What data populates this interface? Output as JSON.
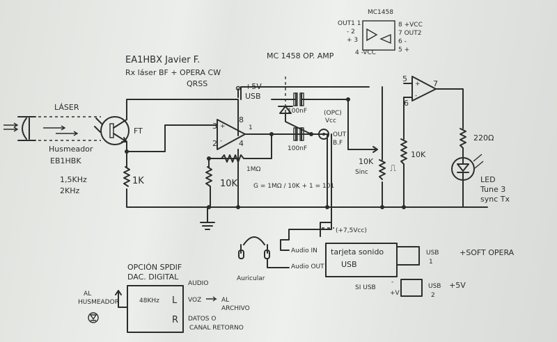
{
  "header": {
    "author": "EA1HBX  Javier F.",
    "subtitle": "Rx láser BF + OPERA CW",
    "subtitle2": "QRSS",
    "opamp_title": "MC 1458 OP. AMP"
  },
  "ic_pinout": {
    "name": "MC1458",
    "left_pins": [
      "OUT1 1",
      "- 2",
      "+ 3",
      "4 -VCC"
    ],
    "right_pins": [
      "8 +VCC",
      "7 OUT2",
      "6 -",
      "5 +"
    ]
  },
  "input": {
    "laser_label": "LÁSER",
    "source_label": "Husmeador",
    "callsign": "EB1HBK",
    "freq1": "1,5KHz",
    "freq2": "2KHz"
  },
  "components": {
    "phototransistor": "FT",
    "r_emitter": "1K",
    "supply": "+5V",
    "supply_src": "USB",
    "c1": "100nF",
    "c2": "100nF",
    "zener": "(OPC)",
    "zener_sub": "Vcc",
    "out_jack": "OUT",
    "out_jack_sub": "B.F",
    "r_feedback": "1MΩ",
    "r_ground": "10K",
    "gain_formula": "G = 1MΩ / 10K + 1 = 101",
    "pot": "10K",
    "pot_sub": "Sinc",
    "square_wave": "⎍",
    "r_pin6": "10K",
    "r_led": "220Ω",
    "led_label1": "LED",
    "led_label2": "Tune 3",
    "led_label3": "sync Tx",
    "pin_1": "1",
    "pin_2": "2",
    "pin_3": "3",
    "pin_4": "4",
    "pin_8": "8",
    "pin_5": "5",
    "pin_6": "6",
    "pin_7": "7",
    "plus": "+",
    "minus": "-"
  },
  "usb_section": {
    "vcc_note": "(+7,5Vcc)",
    "audio_in": "Audio IN",
    "audio_out": "Audio OUT",
    "sound_card1": "tarjeta sonido",
    "sound_card2": "USB",
    "headphones": "Auricular",
    "usb1": "USB",
    "usb1_num": "1",
    "soft": "+SOFT OPERA",
    "si_usb": "SI USB",
    "usb2": "USB",
    "usb2_num": "2",
    "usb2_power": "+5V",
    "minus": "-",
    "plus_v": "+V"
  },
  "spdif": {
    "title": "OPCIÓN SPDIF",
    "subtitle": "DAC. DIGITAL",
    "rate": "48KHz",
    "left": "L",
    "right": "R",
    "audio": "AUDIO",
    "voz": "VOZ",
    "to": "AL",
    "to2": "ARCHIVO",
    "datos": "DATOS O",
    "canal": "CANAL RETORNO",
    "al": "AL",
    "husmeador": "HUSMEADOR"
  }
}
